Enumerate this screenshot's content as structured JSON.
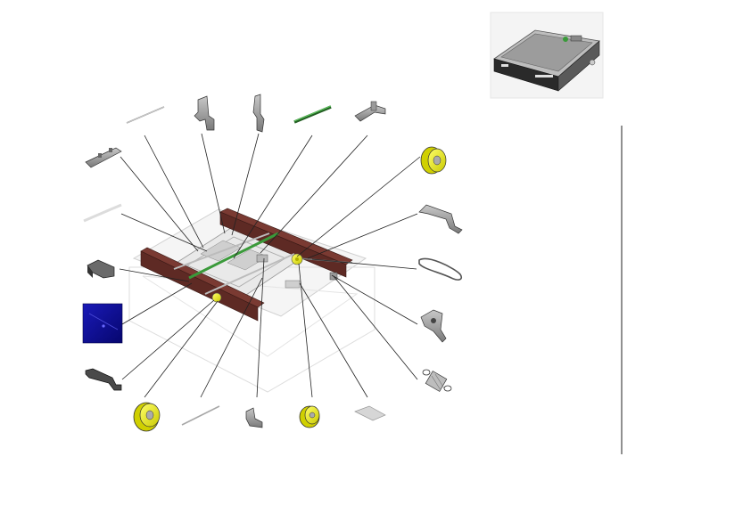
{
  "diagram": {
    "type": "exploded-parts-view",
    "parts": [
      {
        "name": "shaft-thin"
      },
      {
        "name": "bracket-tall"
      },
      {
        "name": "bracket-narrow"
      },
      {
        "name": "guide-rod-green"
      },
      {
        "name": "sensor-bracket"
      },
      {
        "name": "rail-bracket-left"
      },
      {
        "name": "guide-bar-long"
      },
      {
        "name": "spacer-block"
      },
      {
        "name": "blue-panel"
      },
      {
        "name": "hook-bracket-left"
      },
      {
        "name": "gear-yellow-large"
      },
      {
        "name": "pin-thin"
      },
      {
        "name": "l-bracket-small"
      },
      {
        "name": "gear-yellow-small"
      },
      {
        "name": "plate-flat"
      },
      {
        "name": "spring-coil"
      },
      {
        "name": "motor-plate"
      },
      {
        "name": "drive-belt"
      },
      {
        "name": "hook-bracket-right"
      },
      {
        "name": "pulley-yellow-right"
      }
    ],
    "colors": {
      "frame_rail": "#7a3a32",
      "gear": "#f2f200",
      "guide_rod": "#3a9a3a",
      "panel": "#0b0b9a",
      "parts": "#8c8c8c"
    }
  }
}
